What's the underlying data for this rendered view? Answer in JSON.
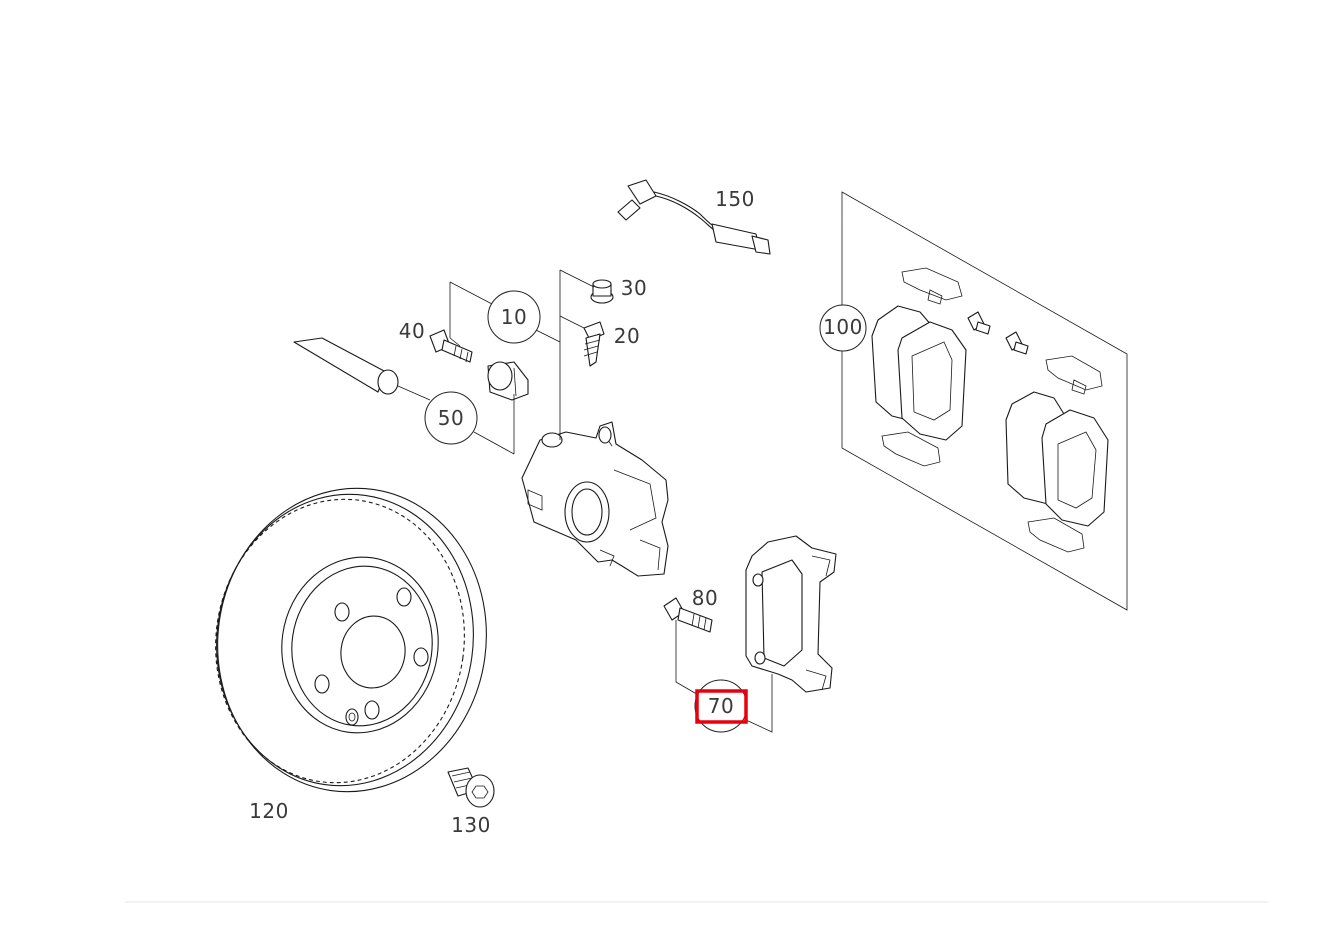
{
  "diagram": {
    "callouts": {
      "c10": "10",
      "c20": "20",
      "c30": "30",
      "c40": "40",
      "c50": "50",
      "c70": "70",
      "c80": "80",
      "c100": "100",
      "c120": "120",
      "c130": "130",
      "c150": "150"
    },
    "highlight_color": "#e8000d",
    "highlighted_callout": "70"
  }
}
